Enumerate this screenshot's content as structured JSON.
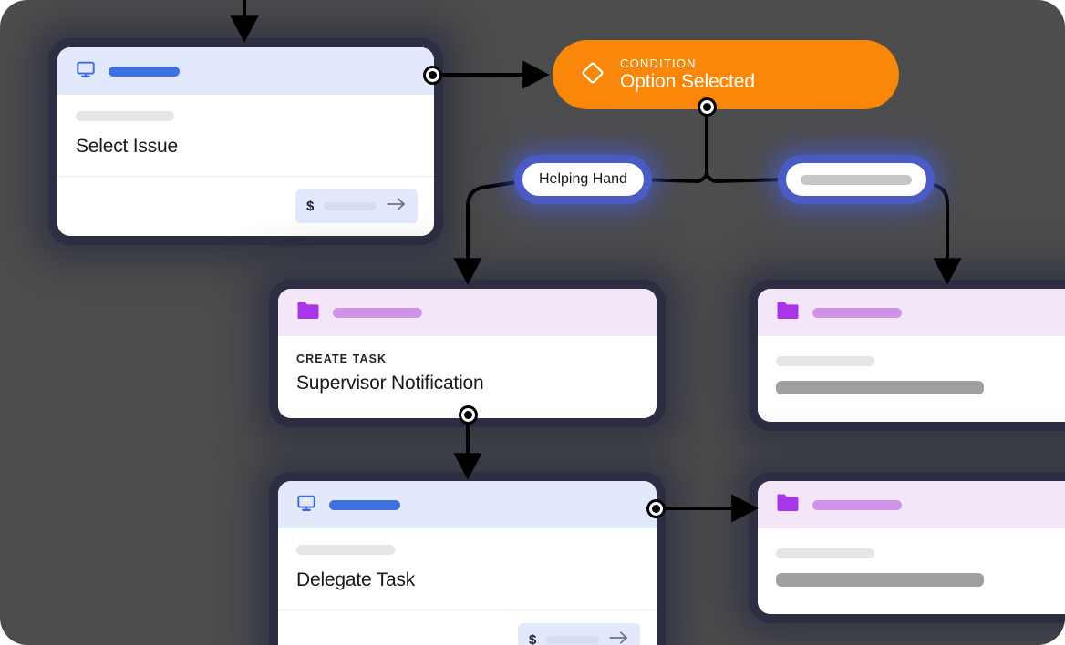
{
  "canvas": {
    "background_color": "#4d4d4d",
    "glow_color": "#2b2d42"
  },
  "nodes": {
    "select_issue": {
      "header_icon": "monitor-icon",
      "eyebrow": "",
      "title": "Select Issue",
      "money_sign": "$",
      "accent_color": "#4070df",
      "header_color": "#e3e9fd"
    },
    "condition": {
      "icon": "diamond-icon",
      "eyebrow": "CONDITION",
      "title": "Option Selected",
      "color": "#f98709"
    },
    "branch_left": {
      "label": "Helping Hand",
      "glow_color": "#4a5bc4"
    },
    "branch_right": {
      "label": "",
      "glow_color": "#4a5bc4"
    },
    "supervisor_notification": {
      "header_icon": "folder-icon",
      "eyebrow": "CREATE TASK",
      "title": "Supervisor Notification",
      "accent_color": "#a935e8",
      "header_color": "#f2e6f7"
    },
    "purple_placeholder_top": {
      "header_icon": "folder-icon",
      "accent_color": "#a935e8",
      "header_color": "#f2e6f7"
    },
    "delegate_task": {
      "header_icon": "monitor-icon",
      "eyebrow": "",
      "title": "Delegate Task",
      "money_sign": "$",
      "accent_color": "#4070df",
      "header_color": "#e3e9fd"
    },
    "purple_placeholder_bottom": {
      "header_icon": "folder-icon",
      "accent_color": "#a935e8",
      "header_color": "#f2e6f7"
    }
  }
}
